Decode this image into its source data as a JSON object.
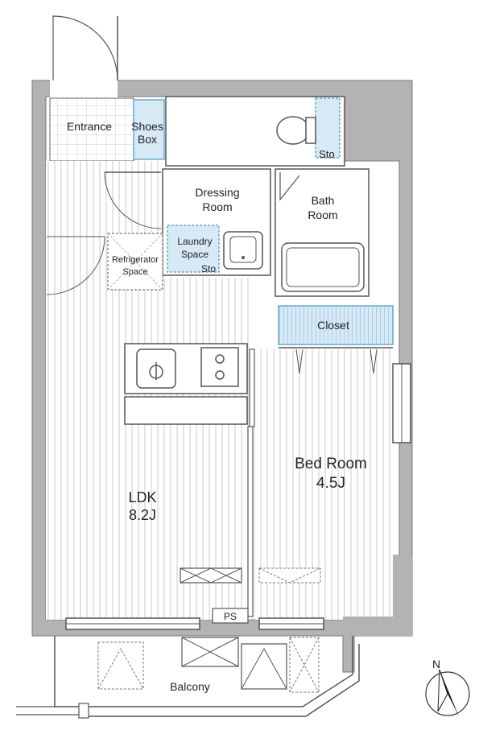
{
  "rooms": {
    "entrance": "Entrance",
    "shoes_box_line1": "Shoes",
    "shoes_box_line2": "Box",
    "toilet_storage": "Sto",
    "dressing_room_line1": "Dressing",
    "dressing_room_line2": "Room",
    "bath_room_line1": "Bath",
    "bath_room_line2": "Room",
    "laundry_line1": "Laundry",
    "laundry_line2": "Space",
    "laundry_storage": "Sto",
    "refrigerator_line1": "Refrigerator",
    "refrigerator_line2": "Space",
    "closet": "Closet",
    "ldk_name": "LDK",
    "ldk_size": "8.2J",
    "bedroom_name": "Bed Room",
    "bedroom_size": "4.5J",
    "ps": "PS",
    "balcony": "Balcony"
  },
  "compass": {
    "north_label": "N"
  },
  "colors": {
    "wall": "#b3b3b3",
    "line": "#5a5a5a",
    "stripe": "#c8c8c8",
    "storage_fill": "#d6e9f5",
    "storage_stroke": "#6aa8cc"
  }
}
